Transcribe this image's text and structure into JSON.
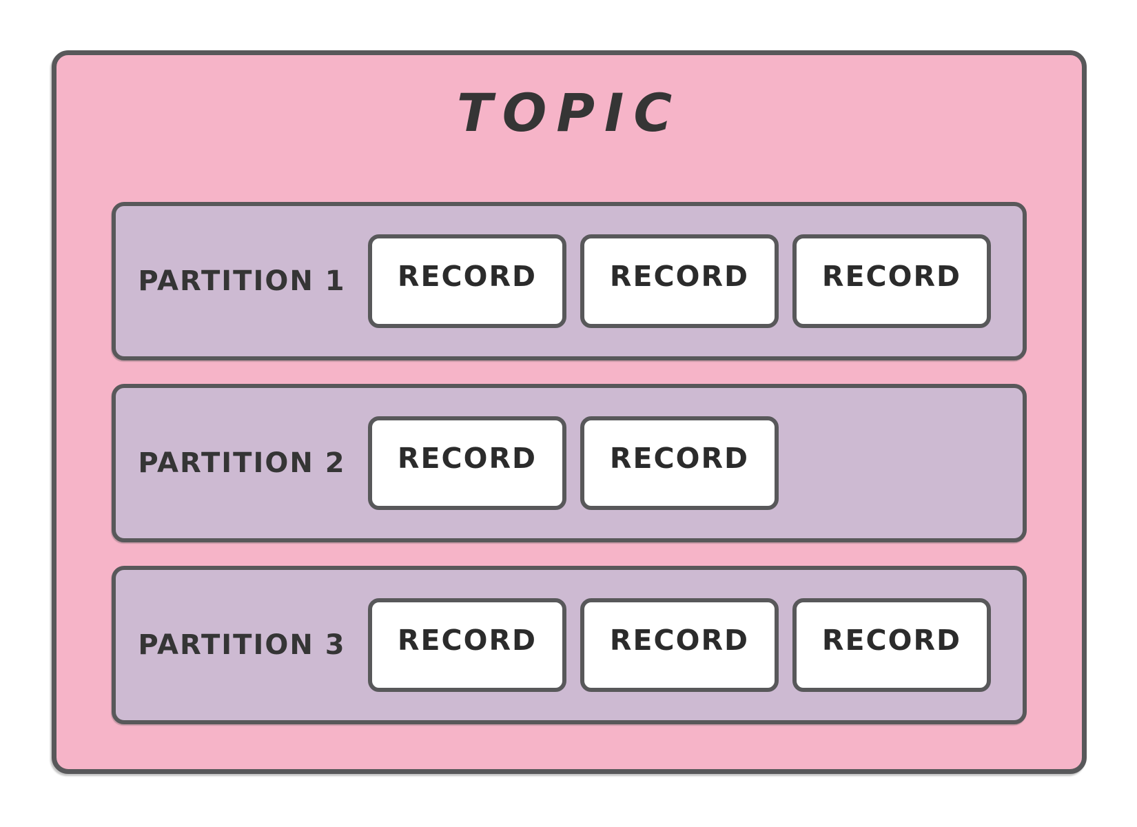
{
  "title": "TOPIC",
  "colors": {
    "topic_bg": "#f6b4c8",
    "partition_bg": "#cdbad2",
    "record_bg": "#ffffff",
    "border": "#58585a",
    "text": "#353535",
    "record_text": "#2b2b2b"
  },
  "partitions": [
    {
      "label": "PARTITION 1",
      "records": [
        "RECORD",
        "RECORD",
        "RECORD"
      ]
    },
    {
      "label": "PARTITION 2",
      "records": [
        "RECORD",
        "RECORD"
      ]
    },
    {
      "label": "PARTITION 3",
      "records": [
        "RECORD",
        "RECORD",
        "RECORD"
      ]
    }
  ]
}
